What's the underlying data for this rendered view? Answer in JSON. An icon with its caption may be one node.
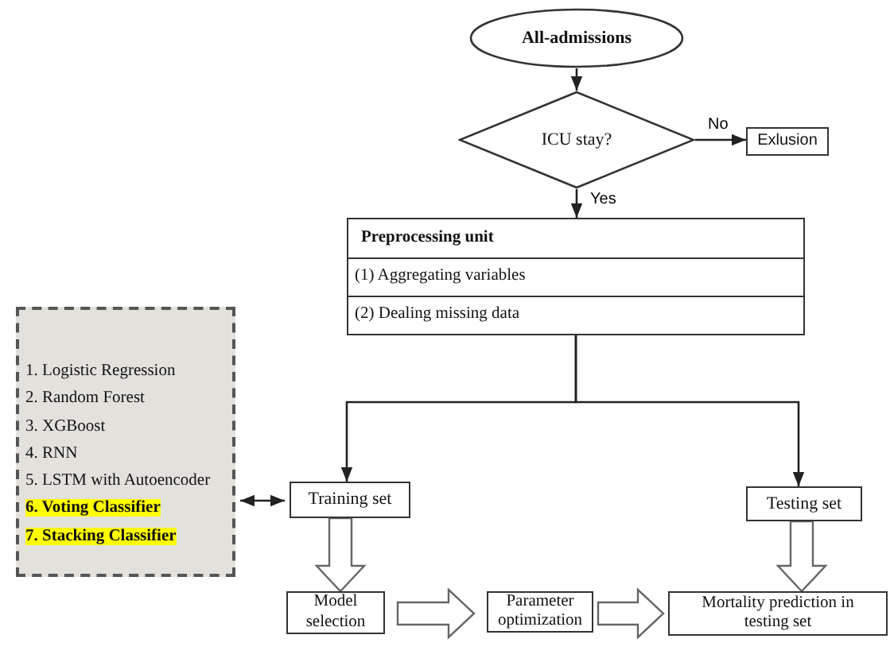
{
  "diagram": {
    "nodes": [
      {
        "text": [
          "All-admissions"
        ]
      },
      {
        "text": [
          "ICU stay?"
        ]
      },
      {
        "text": [
          "Exlusion"
        ]
      },
      {
        "text": [
          "Preprocessing unit",
          "(1) Aggregating variables",
          "(2) Dealing missing data"
        ]
      },
      {
        "text": [
          "1. Logistic Regression",
          "2. Random Forest",
          "3. XGBoost",
          "4. RNN",
          "5. LSTM with Autoencoder",
          "**6. Voting Classifier**",
          "**7. Stacking Classifier**"
        ]
      },
      {
        "text": [
          "Training set"
        ]
      },
      {
        "text": [
          "Testing set"
        ]
      },
      {
        "text": [
          "Model selection"
        ]
      },
      {
        "text": [
          "Parameter optimization"
        ]
      },
      {
        "text": [
          "Mortality prediction in testing set"
        ]
      }
    ],
    "edges": [
      {
        "from": 0,
        "to": 1,
        "arrow": "to"
      },
      {
        "from": 1,
        "to": 2,
        "arrow": "to",
        "label": "No"
      },
      {
        "from": 1,
        "to": 3,
        "arrow": "to",
        "label": "Yes"
      },
      {
        "from": 3,
        "to": 5,
        "arrow": "to"
      },
      {
        "from": 3,
        "to": 6,
        "arrow": "to"
      },
      {
        "from": 4,
        "to": 5,
        "arrow": "both"
      },
      {
        "from": 5,
        "to": 7,
        "arrow": "to",
        "style": "thick"
      },
      {
        "from": 7,
        "to": 8,
        "arrow": "to",
        "style": "thick"
      },
      {
        "from": 8,
        "to": 9,
        "arrow": "to",
        "style": "thick"
      },
      {
        "from": 6,
        "to": 9,
        "arrow": "to",
        "style": "thick"
      }
    ]
  }
}
